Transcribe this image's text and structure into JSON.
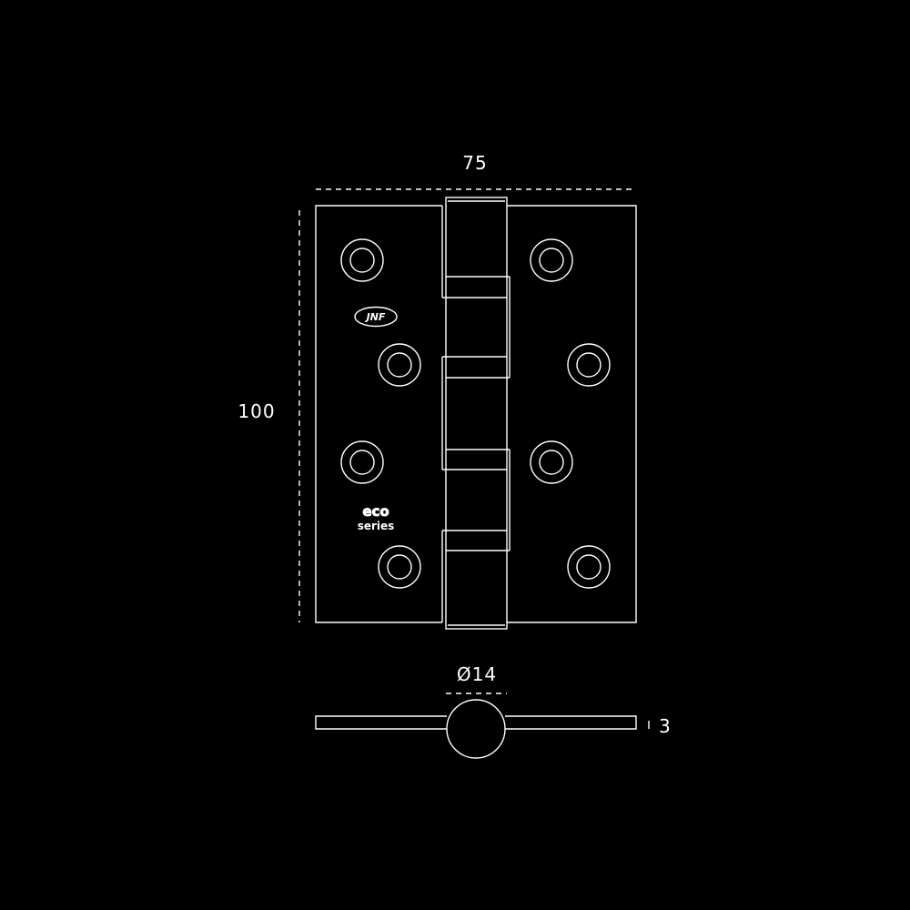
{
  "dimensions": {
    "width_label": "75",
    "height_label": "100",
    "knuckle_diameter_label": "Ø14",
    "leaf_thickness_label": "3"
  },
  "logos": {
    "brand": "JNF",
    "series_line1": "eco",
    "series_line2": "series"
  },
  "colors": {
    "background": "#000000",
    "line": "#ffffff"
  }
}
